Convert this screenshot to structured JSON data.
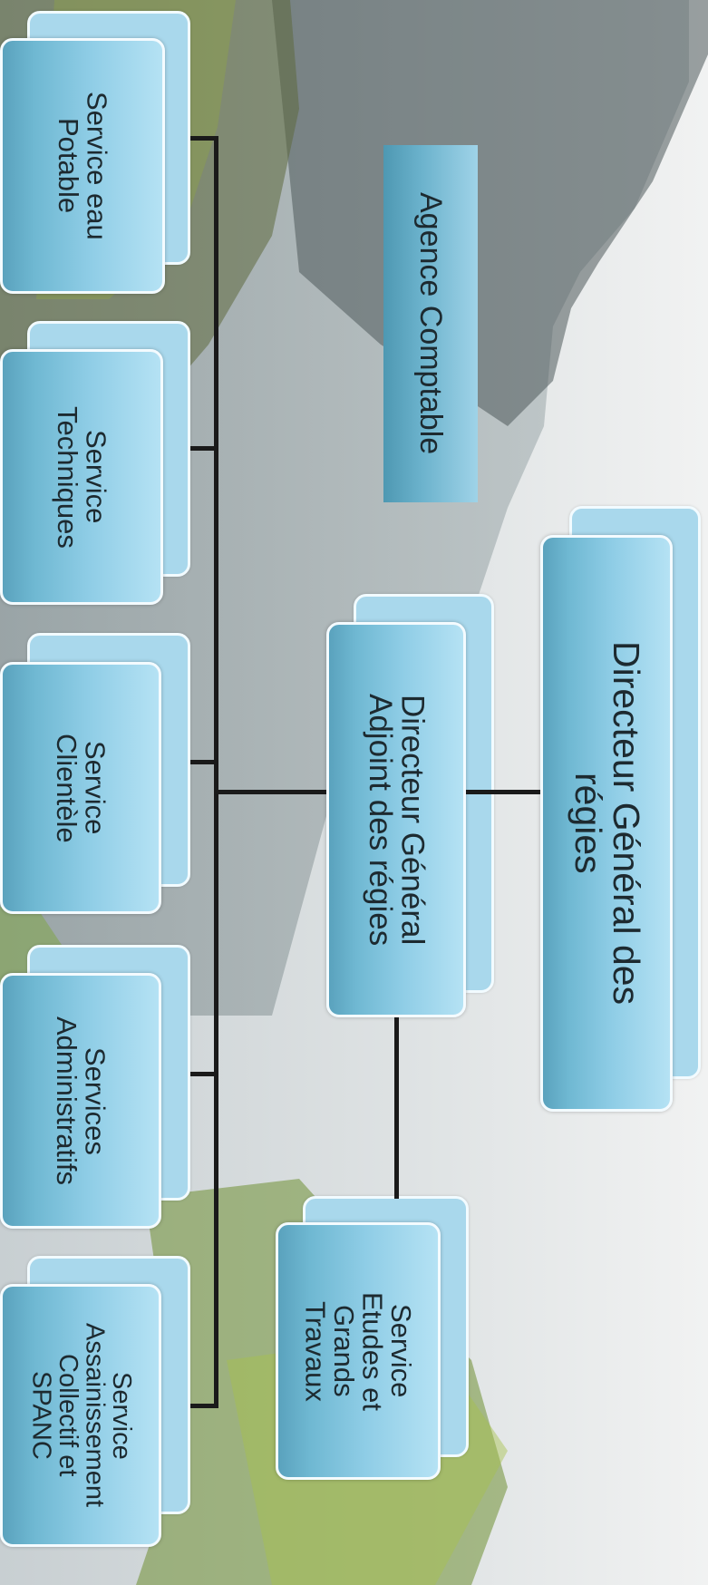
{
  "diagram": {
    "nodes": {
      "dg": {
        "label": "Directeur Général des\nrégies"
      },
      "dga": {
        "label": "Directeur Général\nAdjoint des régies"
      },
      "comptable": {
        "label": "Agence Comptable"
      },
      "etudes": {
        "label": "Service\nEtudes et\nGrands\nTravaux"
      },
      "eau": {
        "label": "Service eau\nPotable"
      },
      "techniques": {
        "label": "Service\nTechniques"
      },
      "clientele": {
        "label": "Service\nClientèle"
      },
      "administratifs": {
        "label": "Services\nAdministratifs"
      },
      "assainissement": {
        "label": "Service\nAssainissement\nCollectif et\nSPANC"
      }
    },
    "edges": [
      {
        "from": "dg",
        "to": "dga"
      },
      {
        "from": "dga",
        "to": "etudes"
      },
      {
        "from": "dga",
        "to": "eau"
      },
      {
        "from": "dga",
        "to": "techniques"
      },
      {
        "from": "dga",
        "to": "clientele"
      },
      {
        "from": "dga",
        "to": "administratifs"
      },
      {
        "from": "dga",
        "to": "assainissement"
      }
    ]
  },
  "colors": {
    "box_light": "#b5e2f4",
    "box_dark": "#5aa2bd",
    "connector": "#1a1a1a",
    "text": "#1d2a30"
  }
}
